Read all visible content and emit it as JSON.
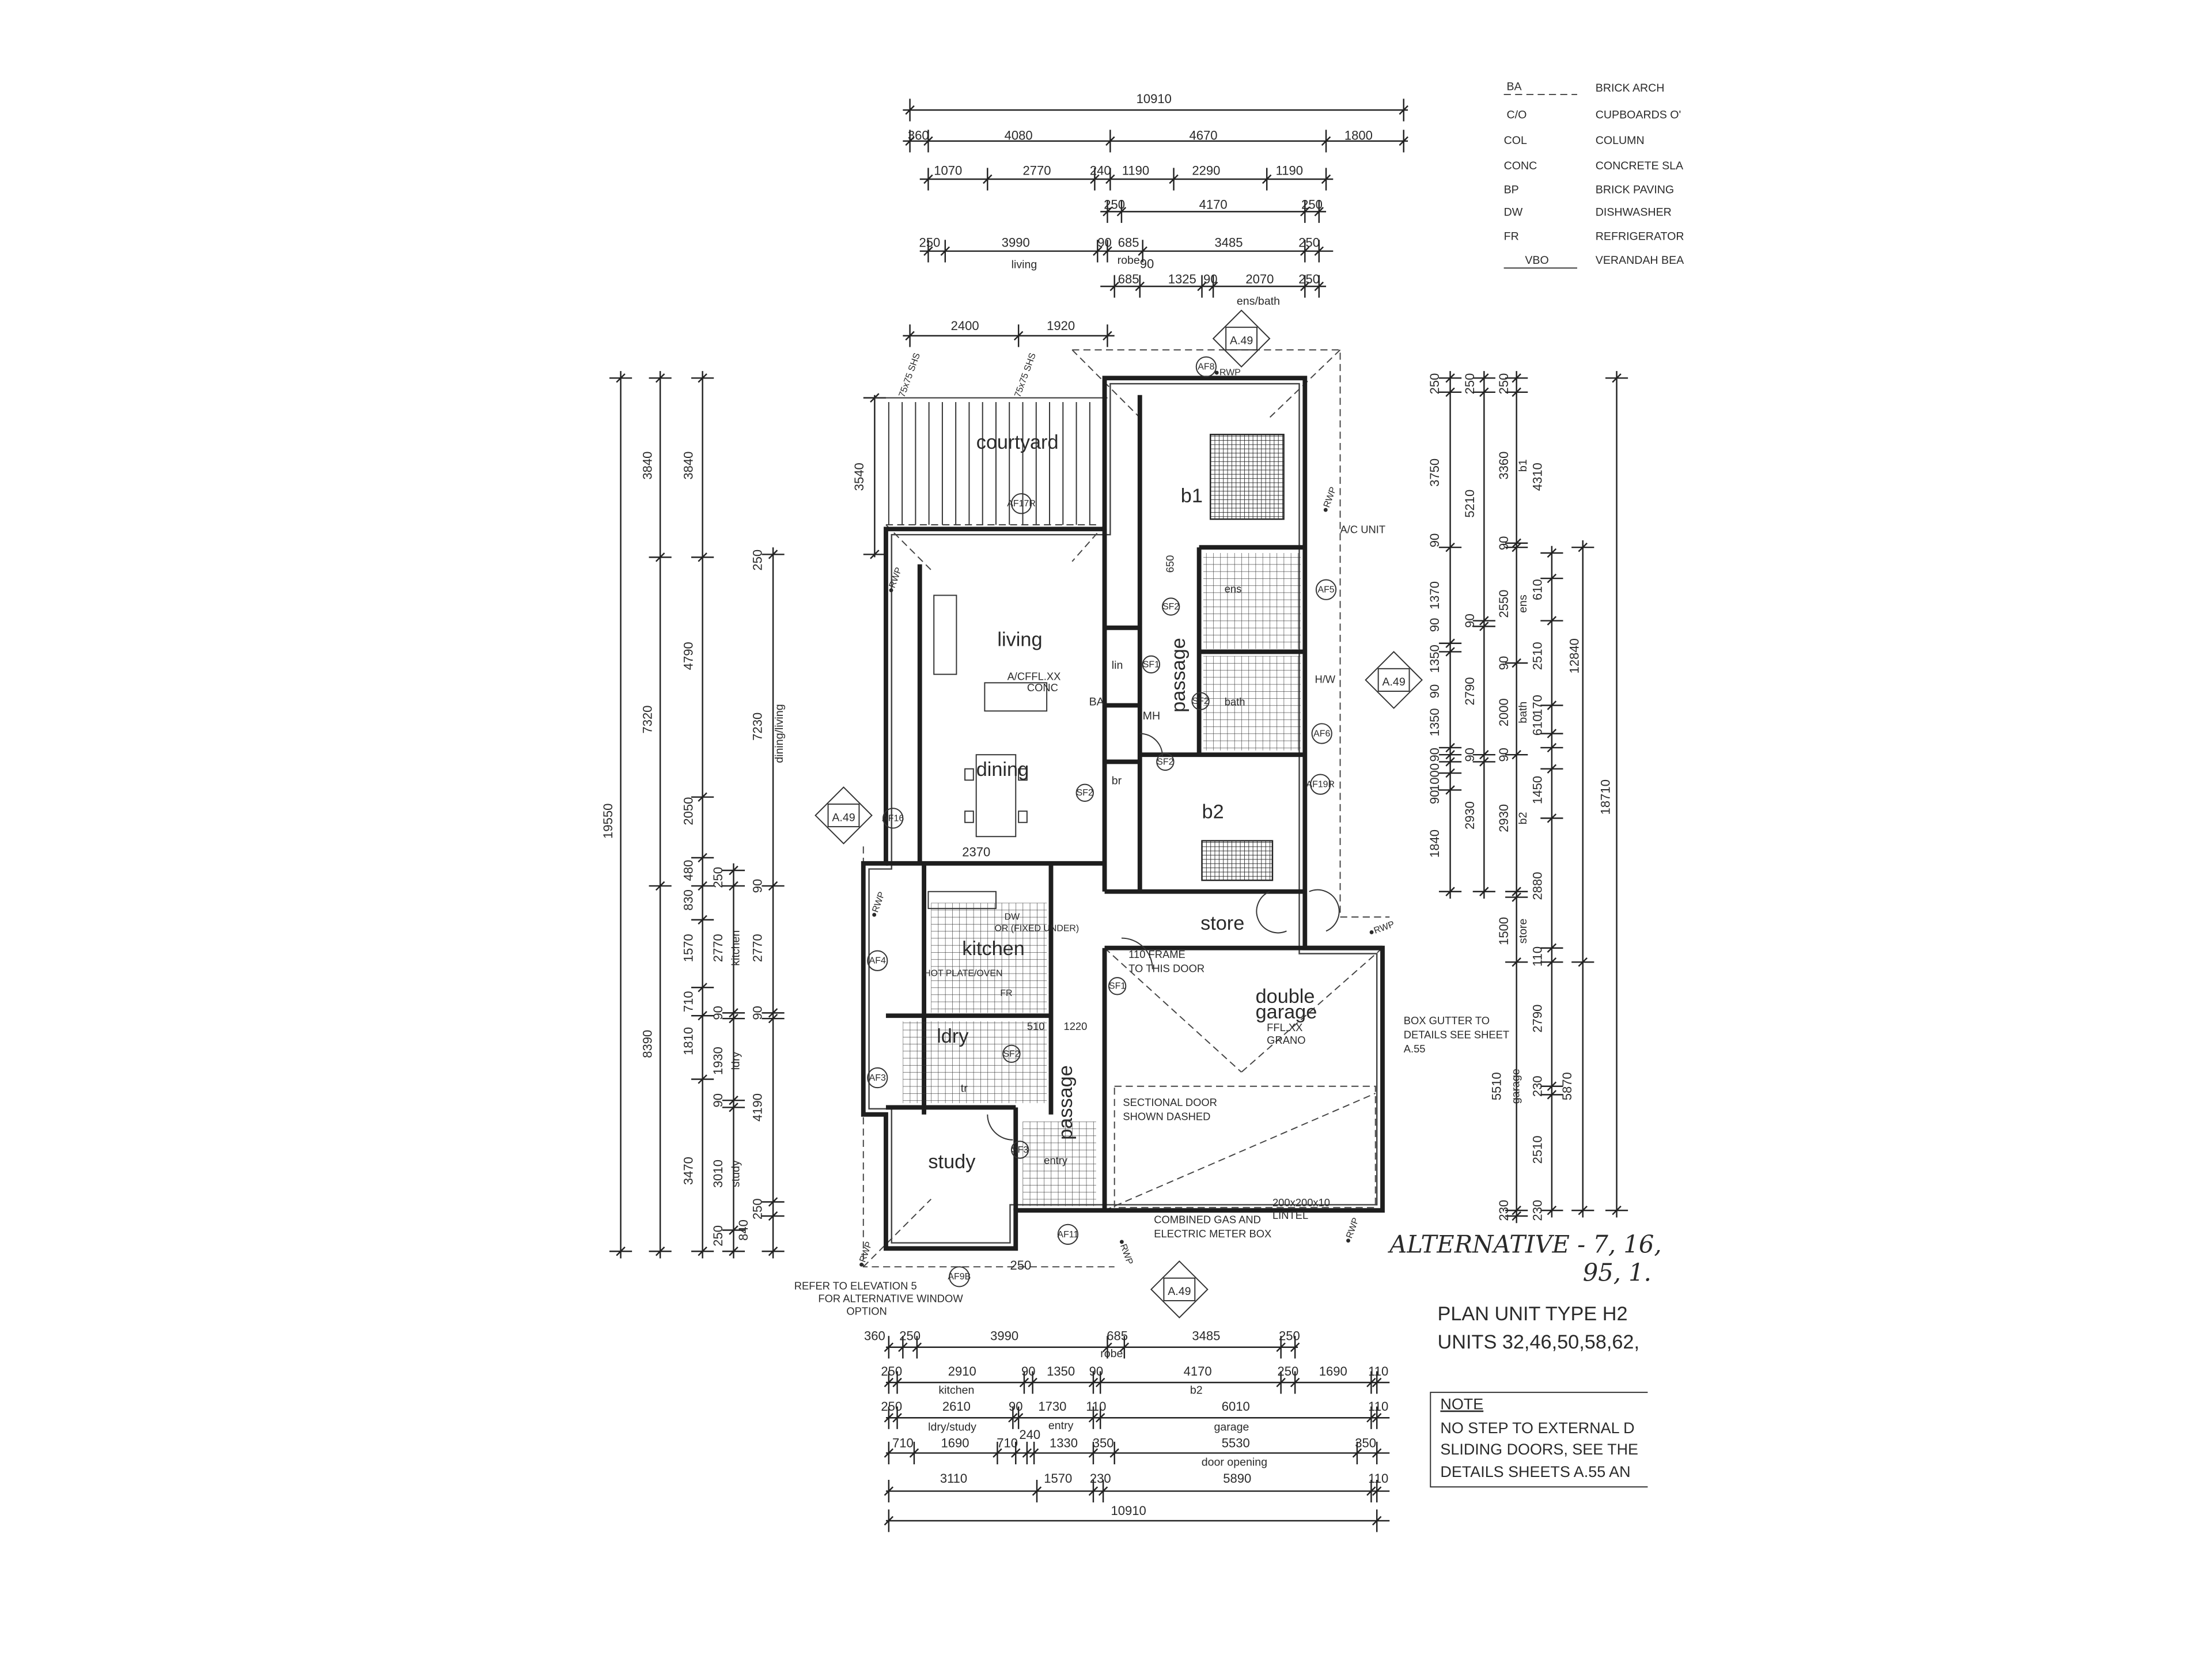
{
  "legend": [
    {
      "abbr": "BA",
      "meaning": "BRICK ARCH"
    },
    {
      "abbr": "C/O",
      "meaning": "CUPBOARDS O'"
    },
    {
      "abbr": "COL",
      "meaning": "COLUMN"
    },
    {
      "abbr": "CONC",
      "meaning": "CONCRETE SLA"
    },
    {
      "abbr": "BP",
      "meaning": "BRICK PAVING"
    },
    {
      "abbr": "DW",
      "meaning": "DISHWASHER"
    },
    {
      "abbr": "FR",
      "meaning": "REFRIGERATOR"
    },
    {
      "abbr": "VBO",
      "meaning": "VERANDAH BEA"
    }
  ],
  "title_block": {
    "handwritten_1": "ALTERNATIVE - 7, 16,",
    "handwritten_2": "95, 1.",
    "plan_title": "PLAN UNIT TYPE H2",
    "units": "UNITS 32,46,50,58,62,",
    "note_heading": "NOTE",
    "note_lines": [
      "NO STEP TO EXTERNAL D",
      "SLIDING DOORS, SEE THE",
      "DETAILS SHEETS A.55 AN"
    ]
  },
  "rooms": {
    "courtyard": "courtyard",
    "living": "living",
    "dining": "dining",
    "kitchen": "kitchen",
    "ldry": "ldry",
    "study": "study",
    "entry": "entry",
    "passage_1": "passage",
    "passage_2": "passage",
    "b1": "b1",
    "ens": "ens",
    "bath": "bath",
    "b2": "b2",
    "store": "store",
    "garage_1": "double",
    "garage_2": "garage",
    "lin": "lin",
    "br": "br",
    "mh": "MH",
    "ba": "BA"
  },
  "annotations": {
    "ac_unit": "A/C UNIT",
    "hw": "H/W",
    "ffl_conc_1": "A/CFFL.XX",
    "ffl_conc_2": "CONC",
    "dim_2370": "2370",
    "frame_1": "110 FRAME",
    "frame_2": "TO THIS DOOR",
    "grano_1": "FFL.XX",
    "grano_2": "GRANO",
    "gutter_1": "BOX GUTTER TO",
    "gutter_2": "DETAILS SEE SHEET",
    "gutter_3": "A.55",
    "sect_1": "SECTIONAL DOOR",
    "sect_2": "SHOWN DASHED",
    "lintel_1": "200x200x10",
    "lintel_2": "LINTEL",
    "meter_1": "COMBINED GAS AND",
    "meter_2": "ELECTRIC METER BOX",
    "refer_1": "REFER TO ELEVATION 5",
    "refer_2": "FOR ALTERNATIVE WINDOW",
    "refer_3": "OPTION",
    "shs_1": "75x75 SHS",
    "shs_2": "75x75 SHS",
    "d1220": "1220",
    "d510": "510",
    "d650": "650",
    "d250": "250",
    "fixed_under": "OR (FIXED UNDER)",
    "hotplate": "HOT PLATE/OVEN",
    "dw": "DW",
    "fr": "FR",
    "tr": "tr",
    "rwp": "RWP",
    "af": [
      "AF8",
      "AF17R",
      "AF5",
      "AF6",
      "AF19R",
      "AF16",
      "AF4",
      "AF3",
      "AF11",
      "AF9B"
    ],
    "sf": [
      "SF2",
      "SF1",
      "SF2",
      "SF2",
      "SF2",
      "SF1",
      "SF2",
      "SF3"
    ],
    "section_marker": "A.49"
  },
  "dimensions": {
    "top": [
      [
        "10910"
      ],
      [
        "360",
        "4080",
        "4670",
        "1800"
      ],
      [
        "1070",
        "2770",
        "240",
        "1190",
        "2290",
        "1190"
      ],
      [
        "250",
        "4170",
        "250"
      ],
      [
        "250",
        "3990",
        "living",
        "90",
        "685",
        "robe",
        "3485",
        "250"
      ],
      [
        "685",
        "90",
        "1325",
        "90",
        "2070",
        "250",
        "ens/bath"
      ],
      [
        "2400",
        "1920"
      ]
    ],
    "left": [
      [
        "19550"
      ],
      [
        "3840",
        "7320",
        "8390"
      ],
      [
        "3840",
        "4790",
        "2050",
        "480",
        "830",
        "1570",
        "710",
        "1810",
        "3470"
      ],
      [
        "250",
        "2770",
        "kitchen",
        "90",
        "1930",
        "ldry",
        "90",
        "3010",
        "study",
        "250"
      ],
      [
        "250",
        "7230",
        "dining/living",
        "90",
        "2770",
        "90",
        "4190",
        "840",
        "250"
      ],
      [
        "3540"
      ]
    ],
    "right": [
      [
        "250",
        "3750",
        "90",
        "1370",
        "90",
        "1350",
        "90",
        "1350",
        "90",
        "1000",
        "90",
        "1840"
      ],
      [
        "250",
        "5210",
        "90",
        "2790",
        "90",
        "2930"
      ],
      [
        "250",
        "3360",
        "b1",
        "90",
        "2550",
        "ens",
        "90",
        "2000",
        "bath",
        "90",
        "2930",
        "b2",
        "1500",
        "store",
        "5510",
        "garage",
        "230"
      ],
      [
        "4310",
        "610",
        "2510",
        "170",
        "610",
        "1450",
        "2880",
        "110",
        "2790",
        "230",
        "2510",
        "230"
      ],
      [
        "5870",
        "12840"
      ],
      [
        "18710"
      ]
    ],
    "bottom": [
      [
        "360",
        "250",
        "3990",
        "685",
        "robe",
        "3485",
        "250"
      ],
      [
        "250",
        "2910",
        "90",
        "1350",
        "90",
        "4170",
        "250",
        "1690",
        "110",
        "kitchen",
        "b2"
      ],
      [
        "250",
        "2610",
        "90",
        "1730",
        "110",
        "6010",
        "110",
        "ldry/study",
        "entry",
        "garage"
      ],
      [
        "710",
        "1690",
        "710",
        "240",
        "1330",
        "350",
        "5530",
        "350",
        "door opening"
      ],
      [
        "3110",
        "1570",
        "230",
        "5890",
        "110"
      ],
      [
        "10910"
      ]
    ]
  }
}
